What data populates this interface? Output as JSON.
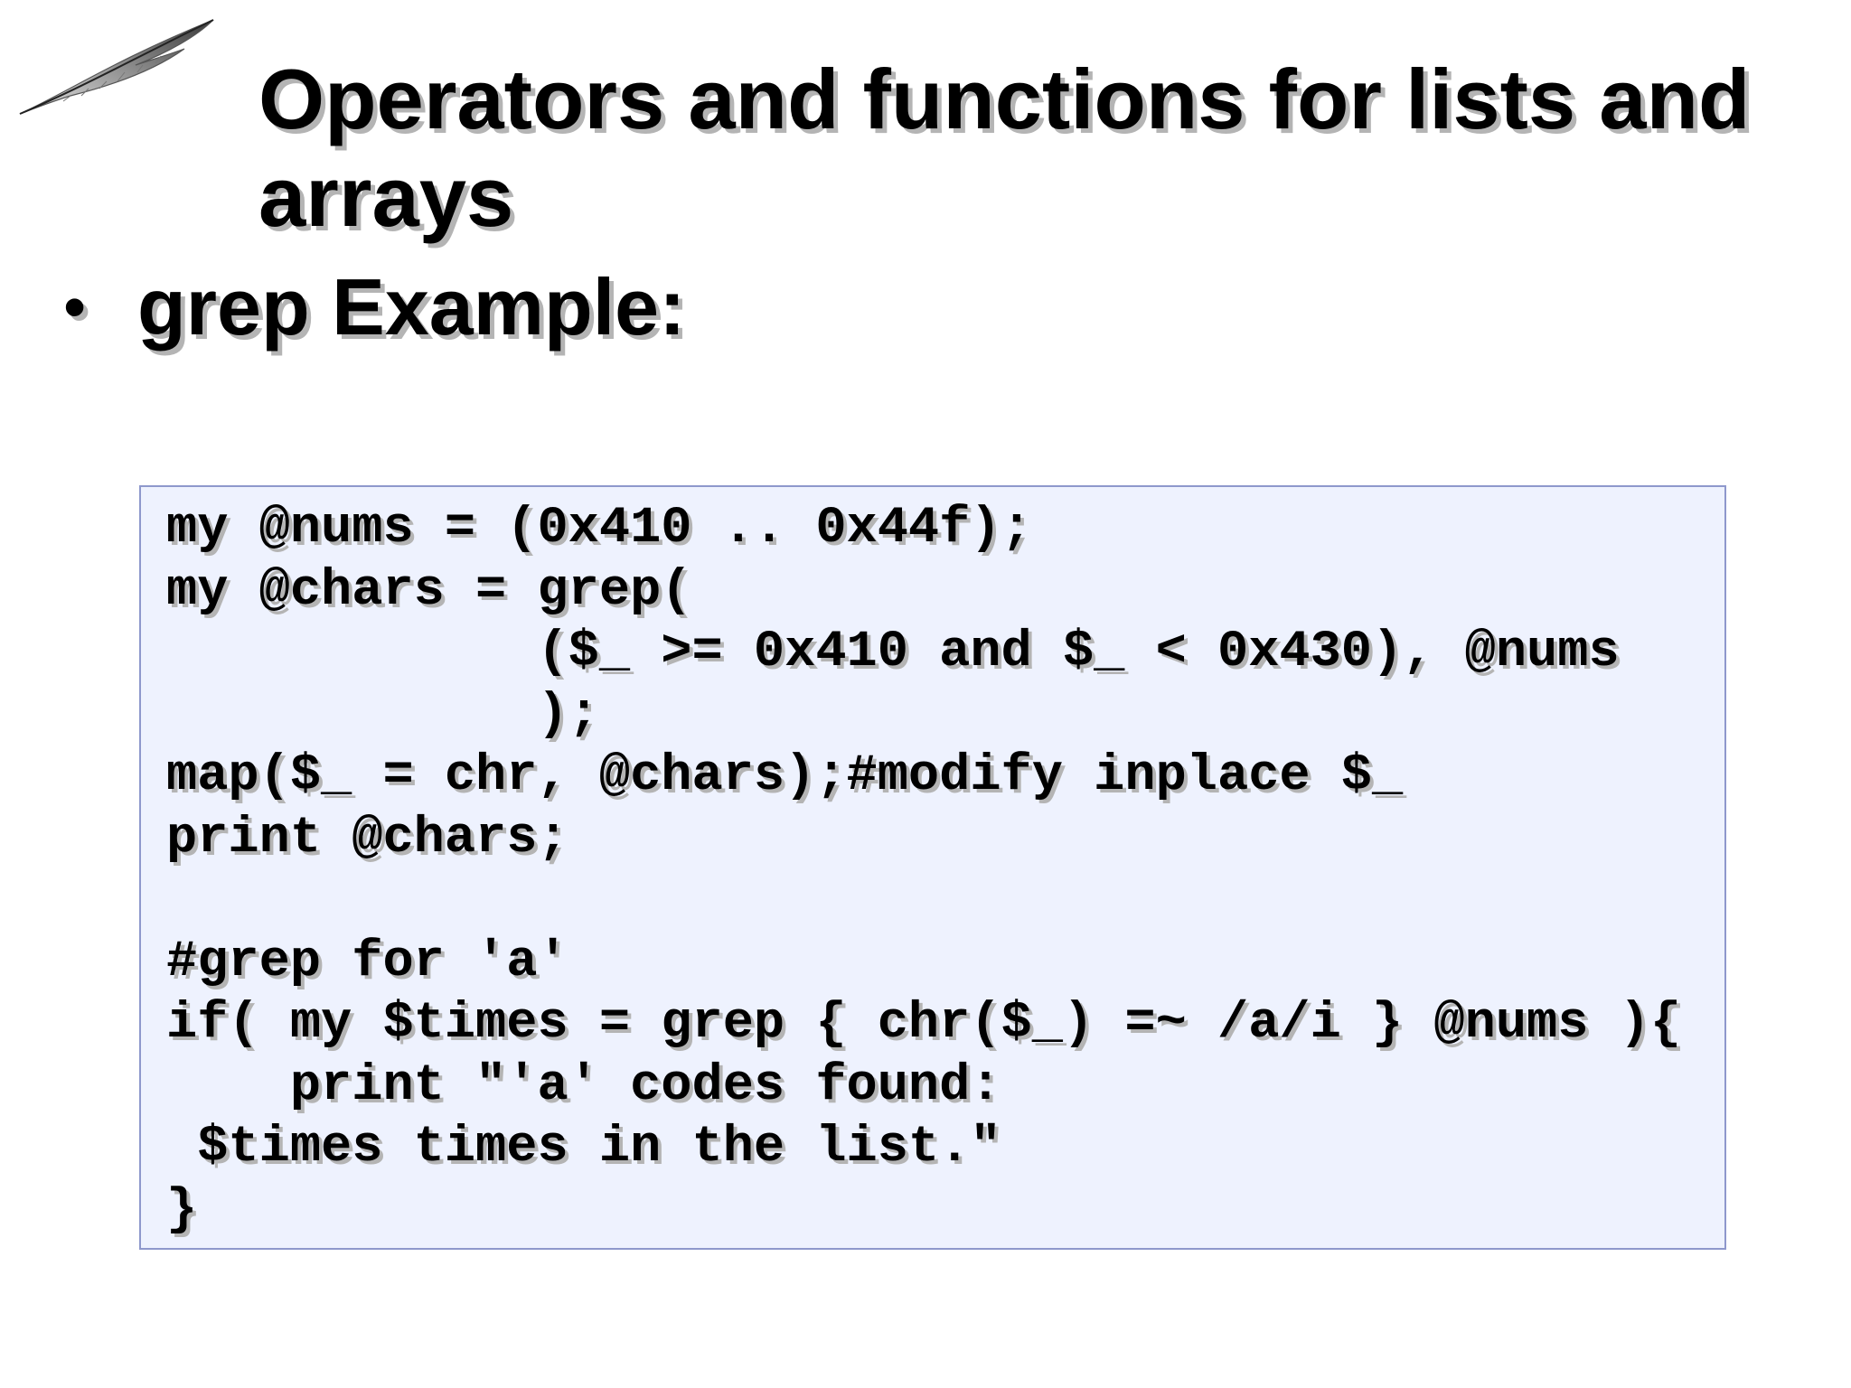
{
  "slide": {
    "title": "Operators and functions for lists and arrays",
    "bullet_marker": "•",
    "bullet_text": "grep Example:",
    "logo_icon": "feather-quill-icon"
  },
  "code": {
    "lines": [
      "my @nums = (0x410 .. 0x44f);",
      "my @chars = grep(",
      "            ($_ >= 0x410 and $_ < 0x430), @nums",
      "            );",
      "map($_ = chr, @chars);#modify inplace $_",
      "print @chars;",
      "",
      "#grep for 'a'",
      "if( my $times = grep { chr($_) =~ /a/i } @nums ){",
      "    print \"'a' codes found:",
      " $times times in the list.\"",
      "}"
    ]
  },
  "colors": {
    "code_background": "#eef2fe",
    "code_border": "#8e98cc",
    "text_shadow": "#b4b4b4"
  }
}
